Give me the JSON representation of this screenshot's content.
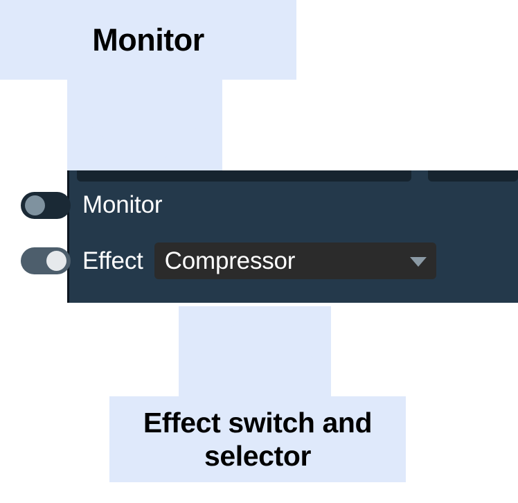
{
  "annotations": {
    "monitor_callout": {
      "text": "Monitor",
      "color": "#dfe9fb",
      "text_color": "#000000",
      "arrow": "arrow-down-icon"
    },
    "effect_callout": {
      "text": "Effect switch and selector",
      "color": "#dfe9fb",
      "text_color": "#000000",
      "arrow": "arrow-up-icon"
    }
  },
  "panel": {
    "background": "#24394b",
    "rows": [
      {
        "id": "monitor",
        "label": "Monitor",
        "toggle_state": "off",
        "toggle_track_color": "#1a2935",
        "toggle_knob_color": "#7f929f"
      },
      {
        "id": "effect",
        "label": "Effect",
        "toggle_state": "on",
        "toggle_track_color": "#4d5e6c",
        "toggle_knob_color": "#e6e9ec"
      }
    ],
    "effect_select": {
      "value": "Compressor",
      "background": "#2b2b2b",
      "caret_icon": "chevron-down-icon",
      "caret_color": "#8b9aa5"
    }
  }
}
